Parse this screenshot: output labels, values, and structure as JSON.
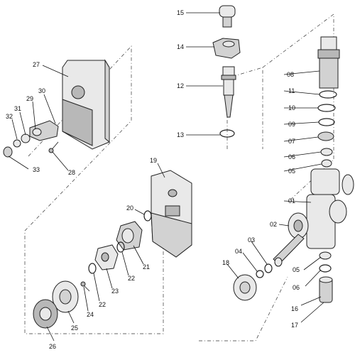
{
  "callouts": {
    "c01": "01",
    "c02": "02",
    "c03": "03",
    "c04": "04",
    "c05a": "05",
    "c05b": "05",
    "c06a": "06",
    "c06b": "06",
    "c07": "07",
    "c08": "08",
    "c09": "09",
    "c10": "10",
    "c11": "11",
    "c12": "12",
    "c13": "13",
    "c14": "14",
    "c15": "15",
    "c16": "16",
    "c17": "17",
    "c18": "18",
    "c19": "19",
    "c20": "20",
    "c21": "21",
    "c22a": "22",
    "c22b": "22",
    "c23": "23",
    "c24": "24",
    "c25": "25",
    "c26": "26",
    "c27": "27",
    "c28": "28",
    "c29": "29",
    "c30": "30",
    "c31": "31",
    "c32": "32",
    "c33": "33"
  }
}
